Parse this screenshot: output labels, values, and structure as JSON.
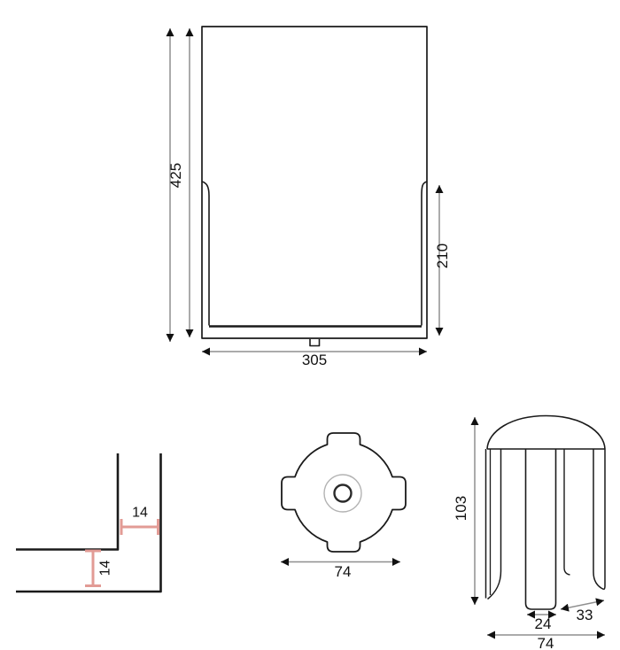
{
  "views": {
    "holder_front": {
      "overall_height": "425",
      "pocket_front_height": "210",
      "overall_width": "305"
    },
    "corner_detail": {
      "gap_top": "14",
      "gap_side": "14"
    },
    "foot_top": {
      "overall_width": "74"
    },
    "foot_side": {
      "overall_height": "103",
      "stem_width": "24",
      "fin_span": "33",
      "overall_width": "74"
    }
  },
  "colors": {
    "outline": "#1a1a1a",
    "dimension_line": "#8f8f8f",
    "arrowhead": "#111111",
    "detail_accent_pink": "#e29b95",
    "hub_circle_gray": "#b3b3b3",
    "label_text": "#111111",
    "background": "#ffffff"
  }
}
